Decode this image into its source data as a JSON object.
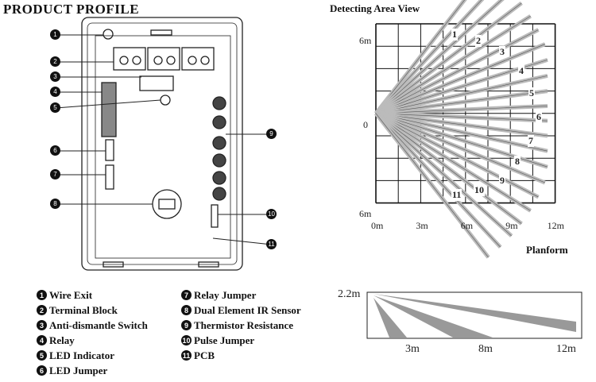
{
  "title": "PRODUCT PROFILE",
  "legend": [
    {
      "n": "1",
      "label": "Wire Exit"
    },
    {
      "n": "2",
      "label": "Terminal Block"
    },
    {
      "n": "3",
      "label": "Anti-dismantle Switch"
    },
    {
      "n": "4",
      "label": "Relay"
    },
    {
      "n": "5",
      "label": "LED Indicator"
    },
    {
      "n": "6",
      "label": "LED Jumper"
    },
    {
      "n": "7",
      "label": "Relay Jumper"
    },
    {
      "n": "8",
      "label": "Dual Element IR Sensor"
    },
    {
      "n": "9",
      "label": "Thermistor Resistance"
    },
    {
      "n": "10",
      "label": "Pulse Jumper"
    },
    {
      "n": "11",
      "label": "PCB"
    }
  ],
  "area_view": {
    "title": "Detecting Area View",
    "y_labels": [
      "6m",
      "0",
      "6m"
    ],
    "x_labels": [
      "0m",
      "3m",
      "6m",
      "9m",
      "12m"
    ],
    "caption": "Planform",
    "zone_labels": [
      "1",
      "2",
      "3",
      "4",
      "5",
      "6",
      "7",
      "8",
      "9",
      "10",
      "11"
    ]
  },
  "side_view": {
    "height_label": "2.2m",
    "distances": [
      "3m",
      "8m",
      "12m"
    ]
  }
}
